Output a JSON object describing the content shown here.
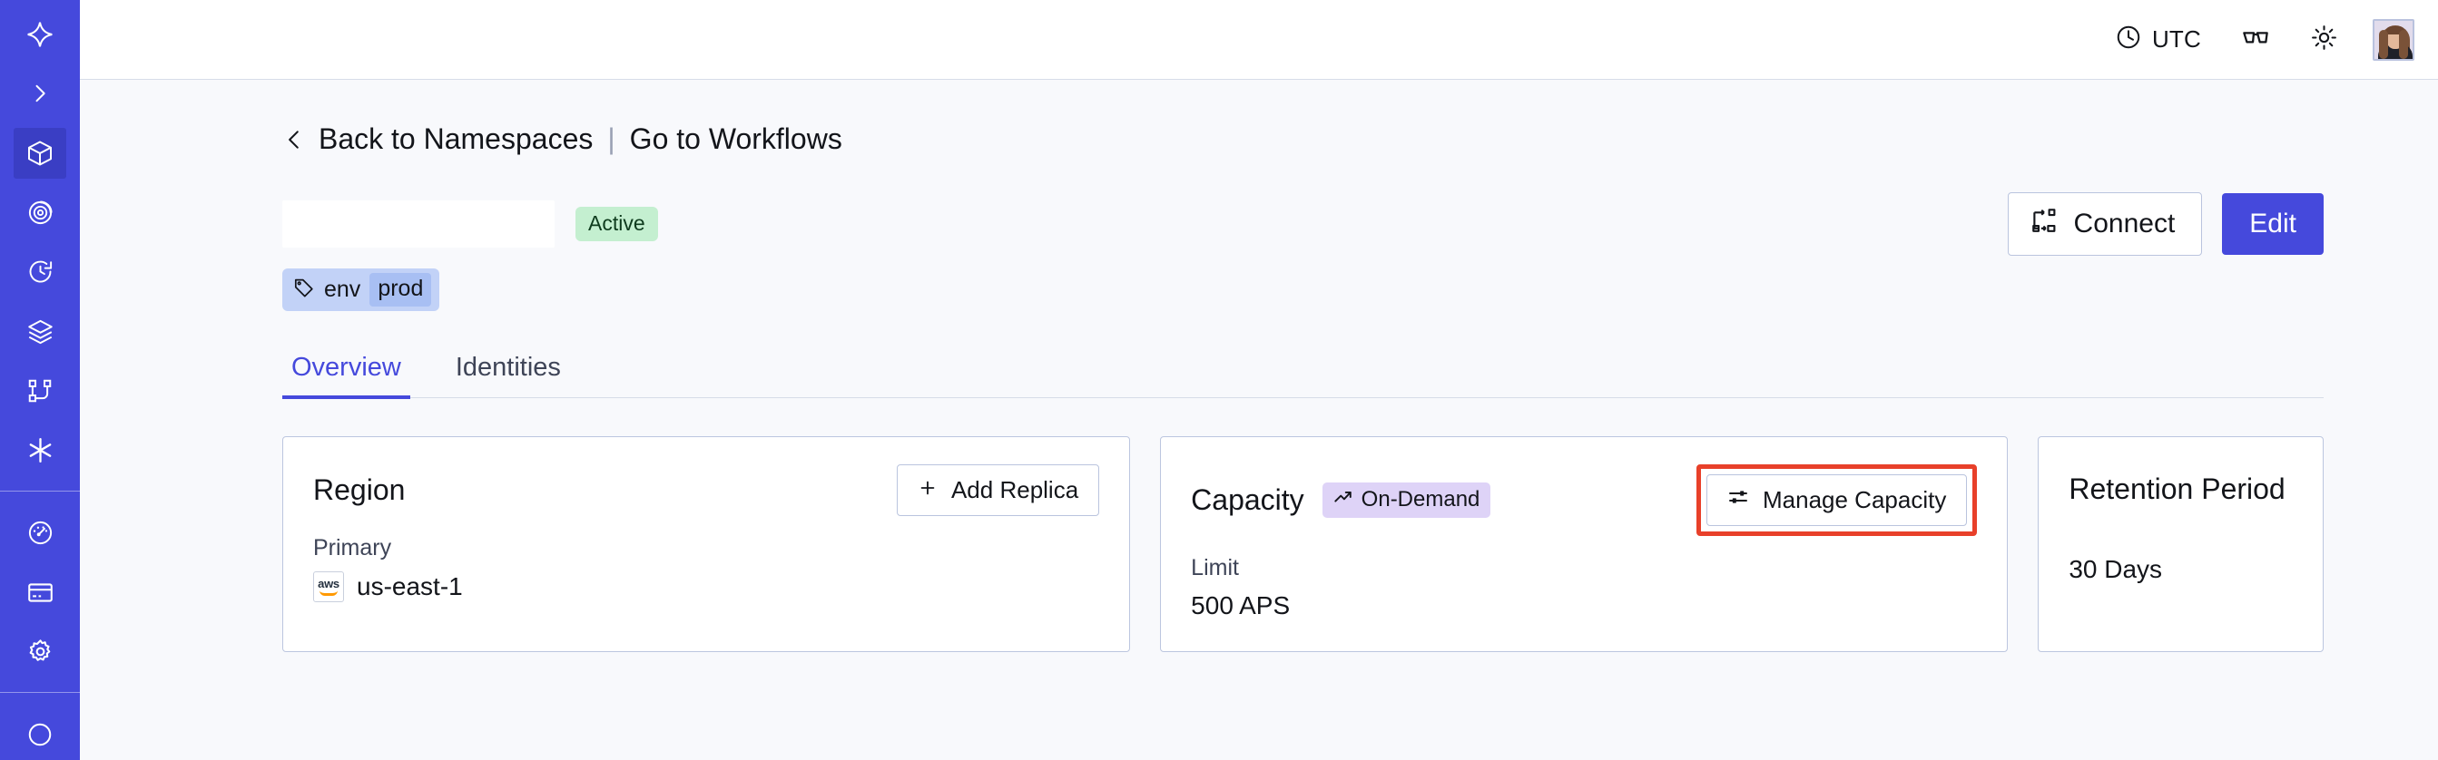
{
  "app": {
    "brand_color": "#4549DC",
    "accent_color": "#4549DC",
    "highlight_color": "#E8402A",
    "page_background": "#F8F9FC"
  },
  "sidebar": {
    "items": [
      {
        "icon": "temporal-logo-icon",
        "label": "Temporal",
        "active": false
      },
      {
        "icon": "chevron-right-icon",
        "label": "Expand navigation",
        "active": false
      },
      {
        "icon": "cube-icon",
        "label": "Namespaces",
        "active": true
      },
      {
        "icon": "eye-spiral-icon",
        "label": "Observability",
        "active": false
      },
      {
        "icon": "history-clock-icon",
        "label": "History",
        "active": false
      },
      {
        "icon": "layers-icon",
        "label": "Layers",
        "active": false
      },
      {
        "icon": "workflow-nodes-icon",
        "label": "Workflows",
        "active": false
      },
      {
        "icon": "asterisk-icon",
        "label": "Nexus",
        "active": false
      },
      {
        "icon": "gauge-icon",
        "label": "Usage",
        "active": false
      },
      {
        "icon": "credit-card-icon",
        "label": "Billing",
        "active": false
      },
      {
        "icon": "gear-icon",
        "label": "Settings",
        "active": false
      }
    ]
  },
  "topbar": {
    "clock_icon": "clock-icon",
    "timezone": "UTC",
    "glasses_icon": "glasses-icon",
    "theme_icon": "sun-icon",
    "avatar": "user-avatar"
  },
  "breadcrumb": {
    "back_icon": "chevron-left-icon",
    "back_label": "Back to Namespaces",
    "separator": "|",
    "forward_label": "Go to Workflows"
  },
  "header": {
    "namespace_name": "",
    "status_badge": "Active",
    "connect_label": "Connect",
    "connect_icon": "connect-flow-icon",
    "edit_label": "Edit"
  },
  "tag": {
    "icon": "tag-icon",
    "key": "env",
    "value": "prod"
  },
  "tabs": [
    {
      "label": "Overview",
      "active": true
    },
    {
      "label": "Identities",
      "active": false
    }
  ],
  "cards": {
    "region": {
      "title": "Region",
      "button_label": "Add Replica",
      "button_icon": "plus-icon",
      "sub_label": "Primary",
      "provider_icon": "aws-logo-icon",
      "provider_text": "aws",
      "value": "us-east-1"
    },
    "capacity": {
      "title": "Capacity",
      "badge_icon": "trending-up-icon",
      "badge_label": "On-Demand",
      "button_label": "Manage Capacity",
      "button_icon": "sliders-icon",
      "button_highlighted": true,
      "sub_label": "Limit",
      "value": "500 APS"
    },
    "retention": {
      "title": "Retention Period",
      "value": "30  Days"
    }
  }
}
